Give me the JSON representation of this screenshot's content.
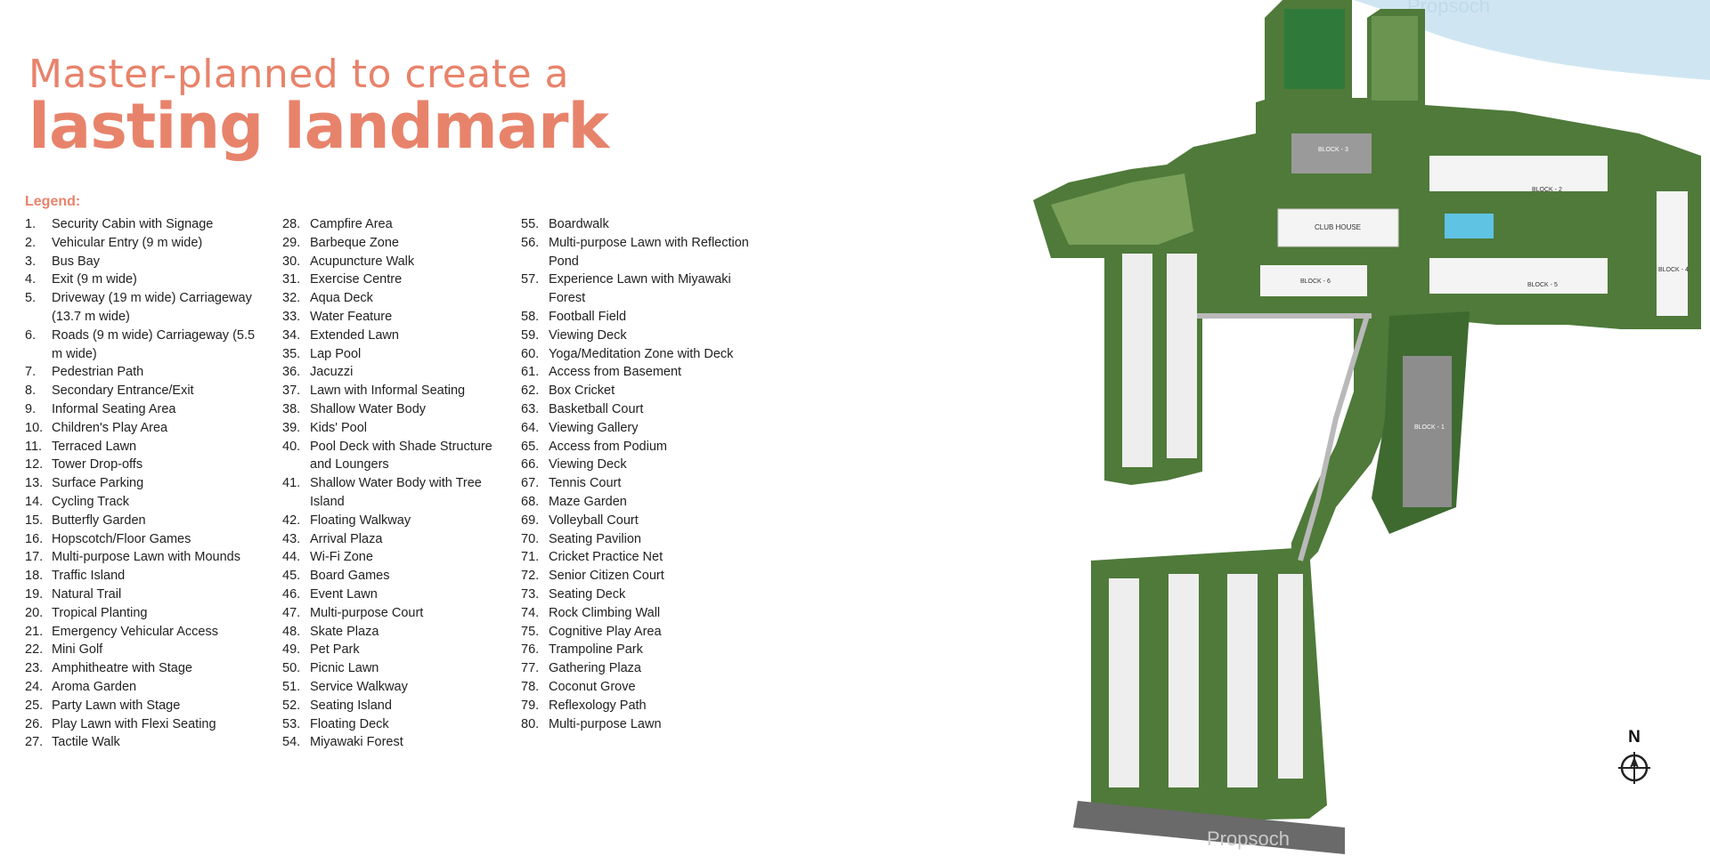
{
  "title": {
    "line1": "Master-planned to create a",
    "line2": "lasting landmark"
  },
  "legend": {
    "heading": "Legend:",
    "columns": [
      [
        {
          "num": "1.",
          "text": "Security Cabin with Signage"
        },
        {
          "num": "2.",
          "text": "Vehicular Entry (9 m wide)"
        },
        {
          "num": "3.",
          "text": "Bus Bay"
        },
        {
          "num": "4.",
          "text": "Exit (9 m wide)"
        },
        {
          "num": "5.",
          "text": "Driveway (19 m wide) Carriageway (13.7 m wide)"
        },
        {
          "num": "6.",
          "text": "Roads (9 m wide) Carriageway (5.5 m wide)"
        },
        {
          "num": "7.",
          "text": "Pedestrian Path"
        },
        {
          "num": "8.",
          "text": "Secondary Entrance/Exit"
        },
        {
          "num": "9.",
          "text": "Informal Seating Area"
        },
        {
          "num": "10.",
          "text": "Children's Play Area"
        },
        {
          "num": "11.",
          "text": "Terraced Lawn"
        },
        {
          "num": "12.",
          "text": "Tower Drop-offs"
        },
        {
          "num": "13.",
          "text": "Surface Parking"
        },
        {
          "num": "14.",
          "text": "Cycling Track"
        },
        {
          "num": "15.",
          "text": "Butterfly Garden"
        },
        {
          "num": "16.",
          "text": "Hopscotch/Floor Games"
        },
        {
          "num": "17.",
          "text": "Multi-purpose Lawn with Mounds"
        },
        {
          "num": "18.",
          "text": "Traffic Island"
        },
        {
          "num": "19.",
          "text": "Natural Trail"
        },
        {
          "num": "20.",
          "text": "Tropical Planting"
        },
        {
          "num": "21.",
          "text": "Emergency Vehicular Access"
        },
        {
          "num": "22.",
          "text": "Mini Golf"
        },
        {
          "num": "23.",
          "text": "Amphitheatre with Stage"
        },
        {
          "num": "24.",
          "text": "Aroma Garden"
        },
        {
          "num": "25.",
          "text": "Party Lawn with Stage"
        },
        {
          "num": "26.",
          "text": "Play Lawn with Flexi Seating"
        },
        {
          "num": "27.",
          "text": "Tactile Walk"
        }
      ],
      [
        {
          "num": "28.",
          "text": "Campfire Area"
        },
        {
          "num": "29.",
          "text": "Barbeque Zone"
        },
        {
          "num": "30.",
          "text": "Acupuncture Walk"
        },
        {
          "num": "31.",
          "text": "Exercise Centre"
        },
        {
          "num": "32.",
          "text": "Aqua Deck"
        },
        {
          "num": "33.",
          "text": "Water Feature"
        },
        {
          "num": "34.",
          "text": "Extended Lawn"
        },
        {
          "num": "35.",
          "text": "Lap Pool"
        },
        {
          "num": "36.",
          "text": "Jacuzzi"
        },
        {
          "num": "37.",
          "text": "Lawn with Informal Seating"
        },
        {
          "num": "38.",
          "text": "Shallow Water Body"
        },
        {
          "num": "39.",
          "text": "Kids' Pool"
        },
        {
          "num": "40.",
          "text": "Pool Deck with Shade Structure and Loungers"
        },
        {
          "num": "41.",
          "text": "Shallow Water Body with Tree Island"
        },
        {
          "num": "42.",
          "text": "Floating Walkway"
        },
        {
          "num": "43.",
          "text": "Arrival Plaza"
        },
        {
          "num": "44.",
          "text": "Wi-Fi Zone"
        },
        {
          "num": "45.",
          "text": "Board Games"
        },
        {
          "num": "46.",
          "text": "Event Lawn"
        },
        {
          "num": "47.",
          "text": "Multi-purpose Court"
        },
        {
          "num": "48.",
          "text": "Skate Plaza"
        },
        {
          "num": "49.",
          "text": "Pet Park"
        },
        {
          "num": "50.",
          "text": "Picnic Lawn"
        },
        {
          "num": "51.",
          "text": "Service Walkway"
        },
        {
          "num": "52.",
          "text": "Seating Island"
        },
        {
          "num": "53.",
          "text": "Floating Deck"
        },
        {
          "num": "54.",
          "text": "Miyawaki Forest"
        }
      ],
      [
        {
          "num": "55.",
          "text": "Boardwalk"
        },
        {
          "num": "56.",
          "text": "Multi-purpose Lawn with Reflection Pond"
        },
        {
          "num": "57.",
          "text": "Experience Lawn with Miyawaki Forest"
        },
        {
          "num": "58.",
          "text": "Football Field"
        },
        {
          "num": "59.",
          "text": "Viewing Deck"
        },
        {
          "num": "60.",
          "text": "Yoga/Meditation Zone with Deck"
        },
        {
          "num": "61.",
          "text": "Access from Basement"
        },
        {
          "num": "62.",
          "text": "Box Cricket"
        },
        {
          "num": "63.",
          "text": "Basketball Court"
        },
        {
          "num": "64.",
          "text": "Viewing Gallery"
        },
        {
          "num": "65.",
          "text": "Access from Podium"
        },
        {
          "num": "66.",
          "text": "Viewing Deck"
        },
        {
          "num": "67.",
          "text": "Tennis Court"
        },
        {
          "num": "68.",
          "text": "Maze Garden"
        },
        {
          "num": "69.",
          "text": "Volleyball Court"
        },
        {
          "num": "70.",
          "text": "Seating Pavilion"
        },
        {
          "num": "71.",
          "text": "Cricket Practice Net"
        },
        {
          "num": "72.",
          "text": "Senior Citizen Court"
        },
        {
          "num": "73.",
          "text": "Seating Deck"
        },
        {
          "num": "74.",
          "text": "Rock Climbing Wall"
        },
        {
          "num": "75.",
          "text": "Cognitive Play Area"
        },
        {
          "num": "76.",
          "text": "Trampoline Park"
        },
        {
          "num": "77.",
          "text": "Gathering Plaza"
        },
        {
          "num": "78.",
          "text": "Coconut Grove"
        },
        {
          "num": "79.",
          "text": "Reflexology Path"
        },
        {
          "num": "80.",
          "text": "Multi-purpose Lawn"
        }
      ]
    ]
  },
  "map": {
    "labels": {
      "club_house": "CLUB HOUSE",
      "block_1": "BLOCK - 1",
      "block_2": "BLOCK - 2",
      "block_3": "BLOCK - 3",
      "block_4": "BLOCK - 4",
      "block_5": "BLOCK - 5",
      "block_6": "BLOCK - 6"
    },
    "watermark": "Propsoch",
    "compass": "N"
  },
  "colors": {
    "accent": "#e8836b",
    "water": "#cfe6f2",
    "greenery": "#4f7a3a",
    "buildings": "#f4f4f4"
  }
}
